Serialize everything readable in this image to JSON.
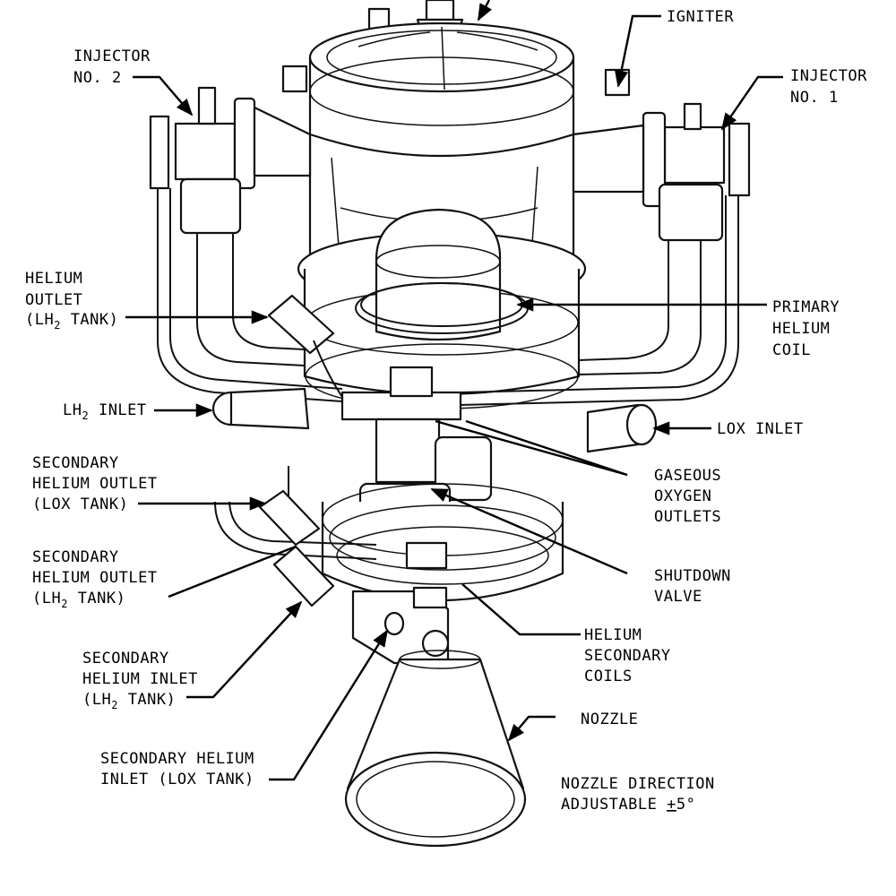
{
  "labels": {
    "igniter": "IGNITER",
    "injector2": [
      "INJECTOR",
      "NO. 2"
    ],
    "injector1": [
      "INJECTOR",
      "NO. 1"
    ],
    "helium_outlet": [
      "HELIUM",
      "OUTLET",
      "(LH",
      "2",
      " TANK)"
    ],
    "primary_helium_coil": [
      "PRIMARY",
      "HELIUM",
      "COIL"
    ],
    "lh2_inlet": [
      "LH",
      "2",
      " INLET"
    ],
    "lox_inlet": "LOX INLET",
    "sec_he_outlet_lox": [
      "SECONDARY",
      "HELIUM OUTLET",
      "(LOX TANK)"
    ],
    "gaseous_oxygen_outlets": [
      "GASEOUS",
      "OXYGEN",
      "OUTLETS"
    ],
    "sec_he_outlet_lh2": [
      "SECONDARY",
      "HELIUM OUTLET",
      "(LH",
      "2",
      " TANK)"
    ],
    "shutdown_valve": [
      "SHUTDOWN",
      "VALVE"
    ],
    "helium_secondary_coils": [
      "HELIUM",
      "SECONDARY",
      "COILS"
    ],
    "sec_he_inlet_lh2": [
      "SECONDARY",
      "HELIUM INLET",
      "(LH",
      "2",
      " TANK)"
    ],
    "nozzle": "NOZZLE",
    "sec_he_inlet_lox": [
      "SECONDARY HELIUM",
      "INLET (LOX TANK)"
    ],
    "nozzle_direction": [
      "NOZZLE DIRECTION",
      "ADJUSTABLE ",
      "+",
      "5°"
    ]
  }
}
